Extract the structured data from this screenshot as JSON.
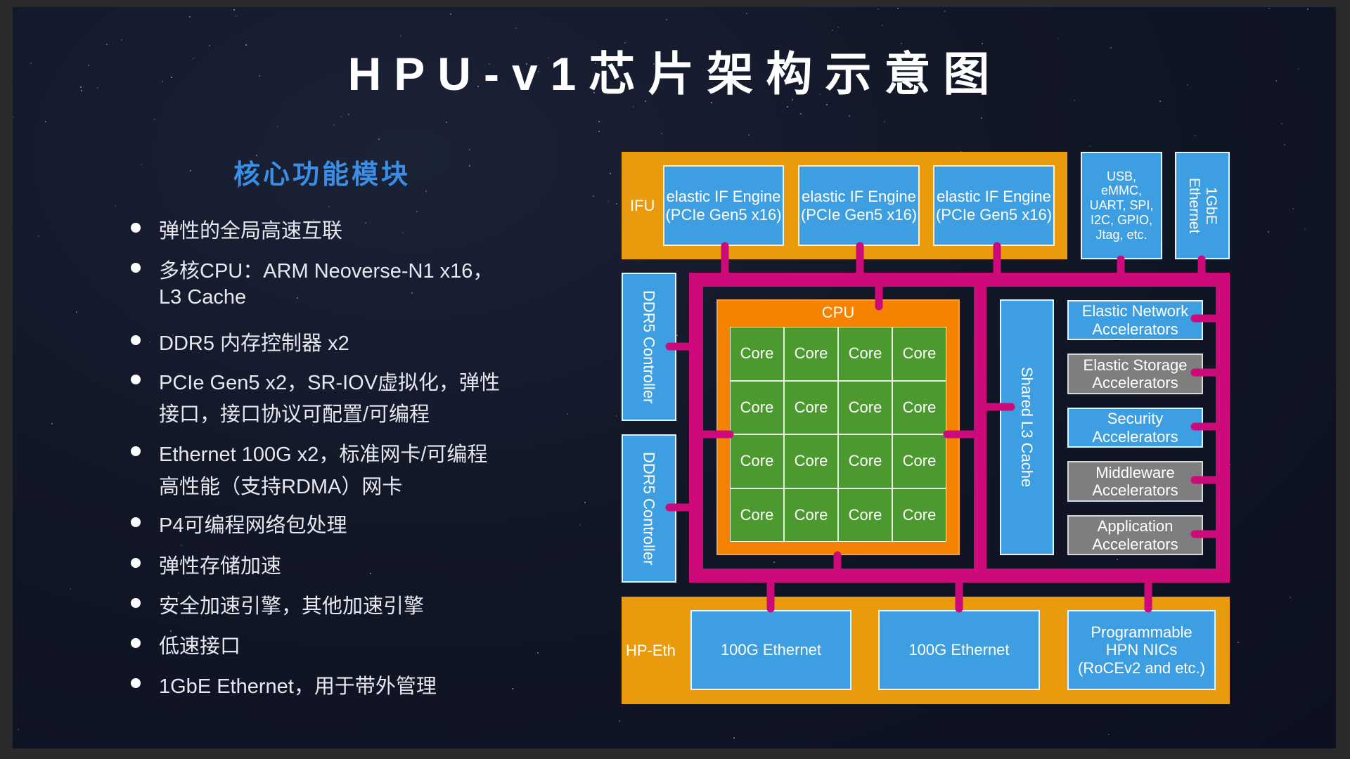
{
  "title": "HPU-v1芯片架构示意图",
  "subtitle": "核心功能模块",
  "bullets": [
    [
      "弹性的全局高速互联"
    ],
    [
      "多核CPU：ARM Neoverse-N1 x16，",
      "L3 Cache"
    ],
    [
      "DDR5 内存控制器 x2"
    ],
    [
      "PCIe Gen5 x2，SR-IOV虚拟化，弹性",
      "接口，接口协议可配置/可编程"
    ],
    [
      "Ethernet 100G x2，标准网卡/可编程",
      "高性能（支持RDMA）网卡"
    ],
    [
      "P4可编程网络包处理"
    ],
    [
      "弹性存储加速"
    ],
    [
      "安全加速引擎，其他加速引擎"
    ],
    [
      "低速接口"
    ],
    [
      "1GbE Ethernet，用于带外管理"
    ]
  ],
  "diagram": {
    "ifu_label": "IFU",
    "if_engines": [
      "elastic IF Engine\n(PCIe Gen5 x16)",
      "elastic IF Engine\n(PCIe Gen5 x16)",
      "elastic IF Engine\n(PCIe Gen5 x16)"
    ],
    "low_speed": "USB,\neMMC,\nUART, SPI,\nI2C, GPIO,\nJtag, etc.",
    "gbe": "1GbE\nEthernet",
    "ddr": [
      "DDR5 Controller",
      "DDR5 Controller"
    ],
    "cpu_label": "CPU",
    "core_label": "Core",
    "l3": "Shared L3 Cache",
    "accelerators": [
      "Elastic Network\nAccelerators",
      "Elastic Storage\nAccelerators",
      "Security\nAccelerators",
      "Middleware\nAccelerators",
      "Application\nAccelerators"
    ],
    "hpeth_label": "HP-Eth",
    "eth": [
      "100G Ethernet",
      "100G Ethernet"
    ],
    "hpn": "Programmable\nHPN NICs\n(RoCEv2 and etc.)"
  },
  "colors": {
    "bus": "#cc0a7a",
    "orange": "#e99a0d",
    "cpu": "#f58200",
    "blue": "#3d9fe1",
    "grey": "#7e7e7e",
    "green": "#4c9a2f",
    "accent": "#3a8ee6"
  }
}
